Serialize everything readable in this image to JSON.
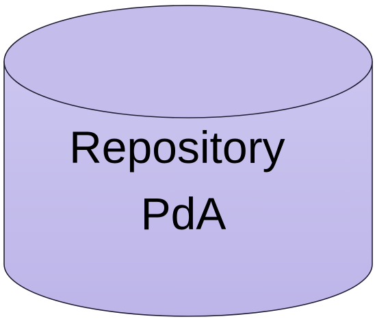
{
  "diagram": {
    "shape": "cylinder",
    "label_lines": [
      "Repository",
      "PdA"
    ],
    "colors": {
      "body_fill": "#c7c1ee",
      "top_fill": "#c4bdec",
      "bottom_fill": "#b6aee4",
      "outline": "#1f1d33"
    }
  }
}
